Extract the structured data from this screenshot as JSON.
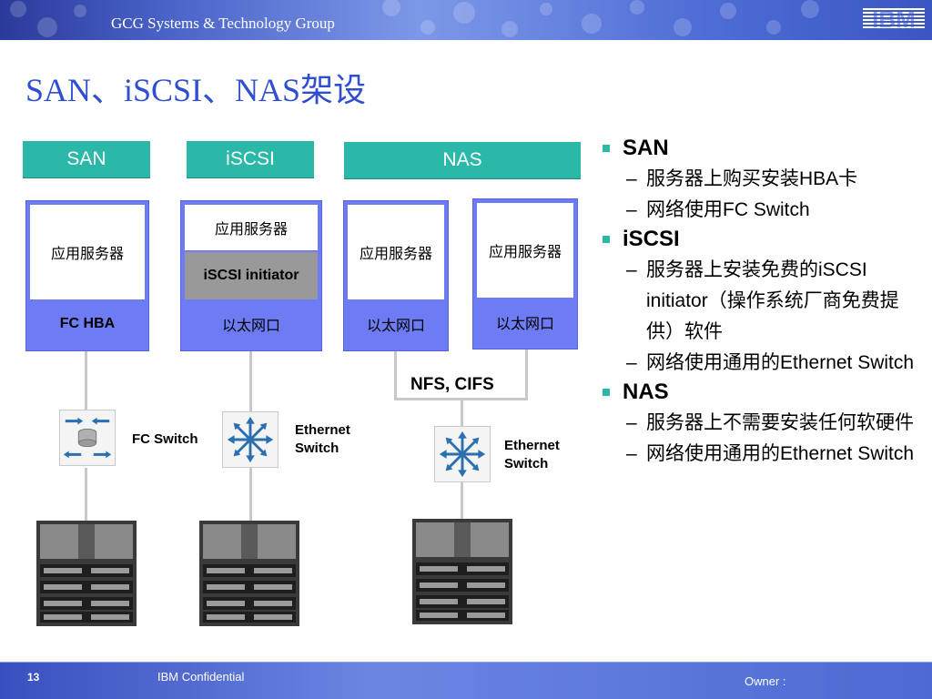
{
  "header": {
    "group_name": "GCG Systems & Technology Group",
    "logo_text": "IBM"
  },
  "slide": {
    "title": "SAN、iSCSI、NAS架设"
  },
  "diagram": {
    "tabs": {
      "san": "SAN",
      "iscsi": "iSCSI",
      "nas": "NAS"
    },
    "servers": {
      "san": {
        "top": "应用服务器",
        "bottom": "FC HBA"
      },
      "iscsi": {
        "top": "应用服务器",
        "middle": "iSCSI initiator",
        "bottom": "以太网口"
      },
      "nas1": {
        "top": "应用服务器",
        "bottom": "以太网口"
      },
      "nas2": {
        "top": "应用服务器",
        "bottom": "以太网口"
      }
    },
    "protocol_label": "NFS, CIFS",
    "switches": {
      "fc": "FC Switch",
      "ethernet1_line1": "Ethernet",
      "ethernet1_line2": "Switch",
      "ethernet2_line1": "Ethernet",
      "ethernet2_line2": "Switch"
    },
    "colors": {
      "tab": "#2bb8a8",
      "server": "#6d7cf2",
      "initiator": "#999999",
      "connector": "#c8c8c8"
    }
  },
  "bullets": [
    {
      "heading": "SAN",
      "items": [
        "服务器上购买安装HBA卡",
        "网络使用FC Switch"
      ]
    },
    {
      "heading": "iSCSI",
      "items": [
        "服务器上安装免费的iSCSI initiator（操作系统厂商免费提供）软件",
        "网络使用通用的Ethernet Switch"
      ]
    },
    {
      "heading": "NAS",
      "items": [
        "服务器上不需要安装任何软硬件",
        "网络使用通用的Ethernet Switch"
      ]
    }
  ],
  "footer": {
    "page_number": "13",
    "confidentiality": "IBM Confidential",
    "owner": "Owner :"
  }
}
